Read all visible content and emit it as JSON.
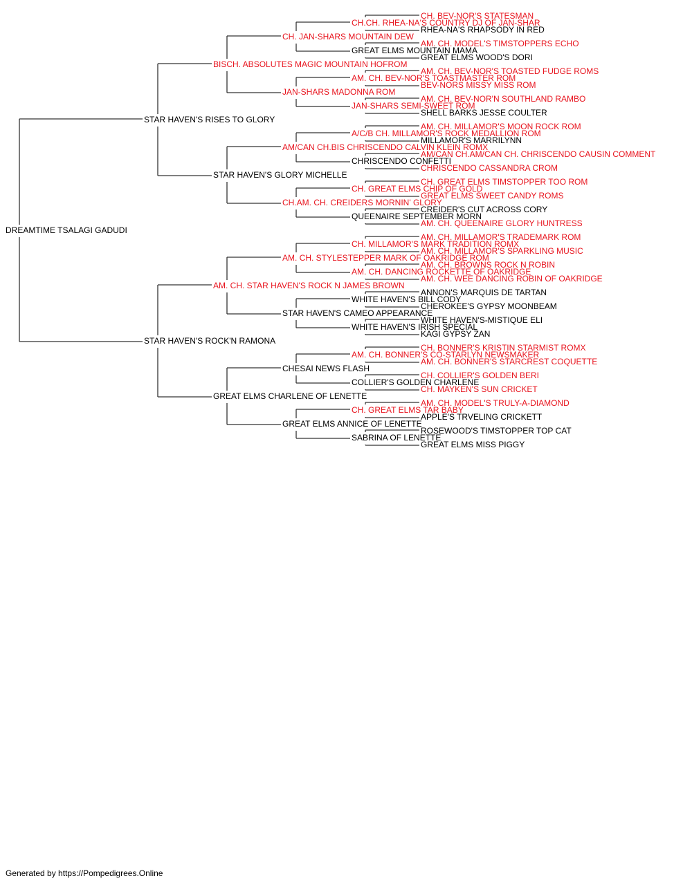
{
  "colors": {
    "champion": "#e8141e",
    "normal": "#000000",
    "line": "#333333"
  },
  "tree": {
    "name": "DREAMTIME TSALAGI GADUDI",
    "champ": false,
    "sire": {
      "name": "STAR HAVEN'S RISES TO GLORY",
      "champ": false,
      "sire": {
        "name": "BISCH. ABSOLUTES MAGIC MOUNTAIN HOFROM",
        "champ": true,
        "sire": {
          "name": "CH. JAN-SHARS MOUNTAIN DEW",
          "champ": true,
          "sire": {
            "name": "CH.CH. RHEA-NA'S COUNTRY DJ OF JAN-SHAR",
            "champ": true,
            "sire": {
              "name": "CH. BEV-NOR'S STATESMAN",
              "champ": true
            },
            "dam": {
              "name": "RHEA-NA'S RHAPSODY IN RED",
              "champ": false
            }
          },
          "dam": {
            "name": "GREAT ELMS MOUNTAIN MAMA",
            "champ": false,
            "sire": {
              "name": "AM. CH. MODEL'S TIMSTOPPERS ECHO",
              "champ": true
            },
            "dam": {
              "name": "GREAT ELMS WOOD'S DORI",
              "champ": false
            }
          }
        },
        "dam": {
          "name": "JAN-SHARS MADONNA ROM",
          "champ": true,
          "sire": {
            "name": "AM. CH. BEV-NOR'S TOASTMASTER ROM",
            "champ": true,
            "sire": {
              "name": "AM. CH. BEV-NOR'S TOASTED FUDGE ROMS",
              "champ": true
            },
            "dam": {
              "name": "BEV-NORS MISSY MISS ROM",
              "champ": true
            }
          },
          "dam": {
            "name": "JAN-SHARS SEMI-SWEET ROM",
            "champ": true,
            "sire": {
              "name": "AM. CH. BEV-NOR'N SOUTHLAND RAMBO",
              "champ": true
            },
            "dam": {
              "name": "SHELL BARKS JESSE COULTER",
              "champ": false
            }
          }
        }
      },
      "dam": {
        "name": "STAR HAVEN'S GLORY MICHELLE",
        "champ": false,
        "sire": {
          "name": "AM/CAN CH.BIS CHRISCENDO CALVIN KLEIN ROMX",
          "champ": true,
          "sire": {
            "name": "A/C/B CH. MILLAMOR'S ROCK MEDALLION ROM",
            "champ": true,
            "sire": {
              "name": "AM. CH. MILLAMOR'S MOON ROCK ROM",
              "champ": true
            },
            "dam": {
              "name": "MILLAMOR'S MARRILYNN",
              "champ": false
            }
          },
          "dam": {
            "name": "CHRISCENDO CONFETTI",
            "champ": false,
            "sire": {
              "name": "AM/CAN CH.AM/CAN CH. CHRISCENDO CAUSIN COMMENT",
              "champ": true
            },
            "dam": {
              "name": "CHRISCENDO CASSANDRA CROM",
              "champ": true
            }
          }
        },
        "dam": {
          "name": "CH.AM. CH. CREIDERS MORNIN' GLORY",
          "champ": true,
          "sire": {
            "name": "CH. GREAT ELMS CHIP OF GOLD",
            "champ": true,
            "sire": {
              "name": "CH. GREAT ELMS TIMSTOPPER TOO ROM",
              "champ": true
            },
            "dam": {
              "name": "GREAT ELMS SWEET CANDY ROMS",
              "champ": true
            }
          },
          "dam": {
            "name": "QUEENAIRE SEPTEMBER MORN",
            "champ": false,
            "sire": {
              "name": "CREIDER'S CUT ACROSS CORY",
              "champ": false
            },
            "dam": {
              "name": "AM. CH. QUEENAIRE GLORY HUNTRESS",
              "champ": true
            }
          }
        }
      }
    },
    "dam": {
      "name": "STAR HAVEN'S ROCK'N RAMONA",
      "champ": false,
      "sire": {
        "name": "AM. CH. STAR HAVEN'S ROCK N JAMES BROWN",
        "champ": true,
        "sire": {
          "name": "AM. CH. STYLESTEPPER MARK OF OAKRIDGE ROM",
          "champ": true,
          "sire": {
            "name": "CH. MILLAMOR'S MARK TRADITION ROMX",
            "champ": true,
            "sire": {
              "name": "AM. CH. MILLAMOR'S TRADEMARK ROM",
              "champ": true
            },
            "dam": {
              "name": "AM. CH. MILLAMOR'S SPARKLING MUSIC",
              "champ": true
            }
          },
          "dam": {
            "name": "AM. CH. DANCING ROCKETTE OF OAKRIDGE",
            "champ": true,
            "sire": {
              "name": "AM. CH. BROWNS ROCK N ROBIN",
              "champ": true
            },
            "dam": {
              "name": "AM. CH. WEE DANCING ROBIN OF OAKRIDGE",
              "champ": true
            }
          }
        },
        "dam": {
          "name": "STAR HAVEN'S CAMEO APPEARANCE",
          "champ": false,
          "sire": {
            "name": "WHITE HAVEN'S BILL CODY",
            "champ": false,
            "sire": {
              "name": "ANNON'S MARQUIS DE TARTAN",
              "champ": false
            },
            "dam": {
              "name": "CHEROKEE'S GYPSY MOONBEAM",
              "champ": false
            }
          },
          "dam": {
            "name": "WHITE HAVEN'S IRISH SPECIAL",
            "champ": false,
            "sire": {
              "name": "WHITE HAVEN'S-MISTIQUE ELI",
              "champ": false
            },
            "dam": {
              "name": "KAGI GYPSY ZAN",
              "champ": false
            }
          }
        }
      },
      "dam": {
        "name": "GREAT ELMS CHARLENE OF LENETTE",
        "champ": false,
        "sire": {
          "name": "CHESAI NEWS FLASH",
          "champ": false,
          "sire": {
            "name": "AM. CH. BONNER'S CO-STARLYN NEWSMAKER",
            "champ": true,
            "sire": {
              "name": "CH. BONNER'S KRISTIN STARMIST ROMX",
              "champ": true
            },
            "dam": {
              "name": "AM. CH. BONNER'S STARCREST COQUETTE",
              "champ": true
            }
          },
          "dam": {
            "name": "COLLIER'S GOLDEN CHARLENE",
            "champ": false,
            "sire": {
              "name": "CH. COLLIER'S GOLDEN BERI",
              "champ": true
            },
            "dam": {
              "name": "CH. MAYKEN'S SUN CRICKET",
              "champ": true
            }
          }
        },
        "dam": {
          "name": "GREAT ELMS ANNICE OF LENETTE",
          "champ": false,
          "sire": {
            "name": "CH. GREAT ELMS TAR BABY",
            "champ": true,
            "sire": {
              "name": "AM. CH. MODEL'S TRULY-A-DIAMOND",
              "champ": true
            },
            "dam": {
              "name": "APPLE'S TRVELING CRICKETT",
              "champ": false
            }
          },
          "dam": {
            "name": "SABRINA OF LENETTE",
            "champ": false,
            "sire": {
              "name": "ROSEWOOD'S TIMSTOPPER TOP CAT",
              "champ": false
            },
            "dam": {
              "name": "GREAT ELMS MISS PIGGY",
              "champ": false
            }
          }
        }
      }
    }
  },
  "footer": "Generated by https://Pompedigrees.Online"
}
